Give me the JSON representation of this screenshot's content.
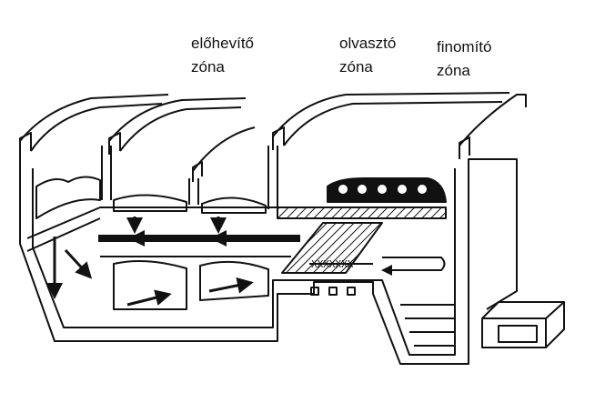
{
  "labels": {
    "preheating": {
      "line1": "előhevítő",
      "line2": "zóna"
    },
    "melting": {
      "line1": "olvasztó",
      "line2": "zóna"
    },
    "refining": {
      "line1": "finomító",
      "line2": "zóna"
    }
  },
  "colors": {
    "ink": "#111111",
    "paper": "#ffffff"
  }
}
